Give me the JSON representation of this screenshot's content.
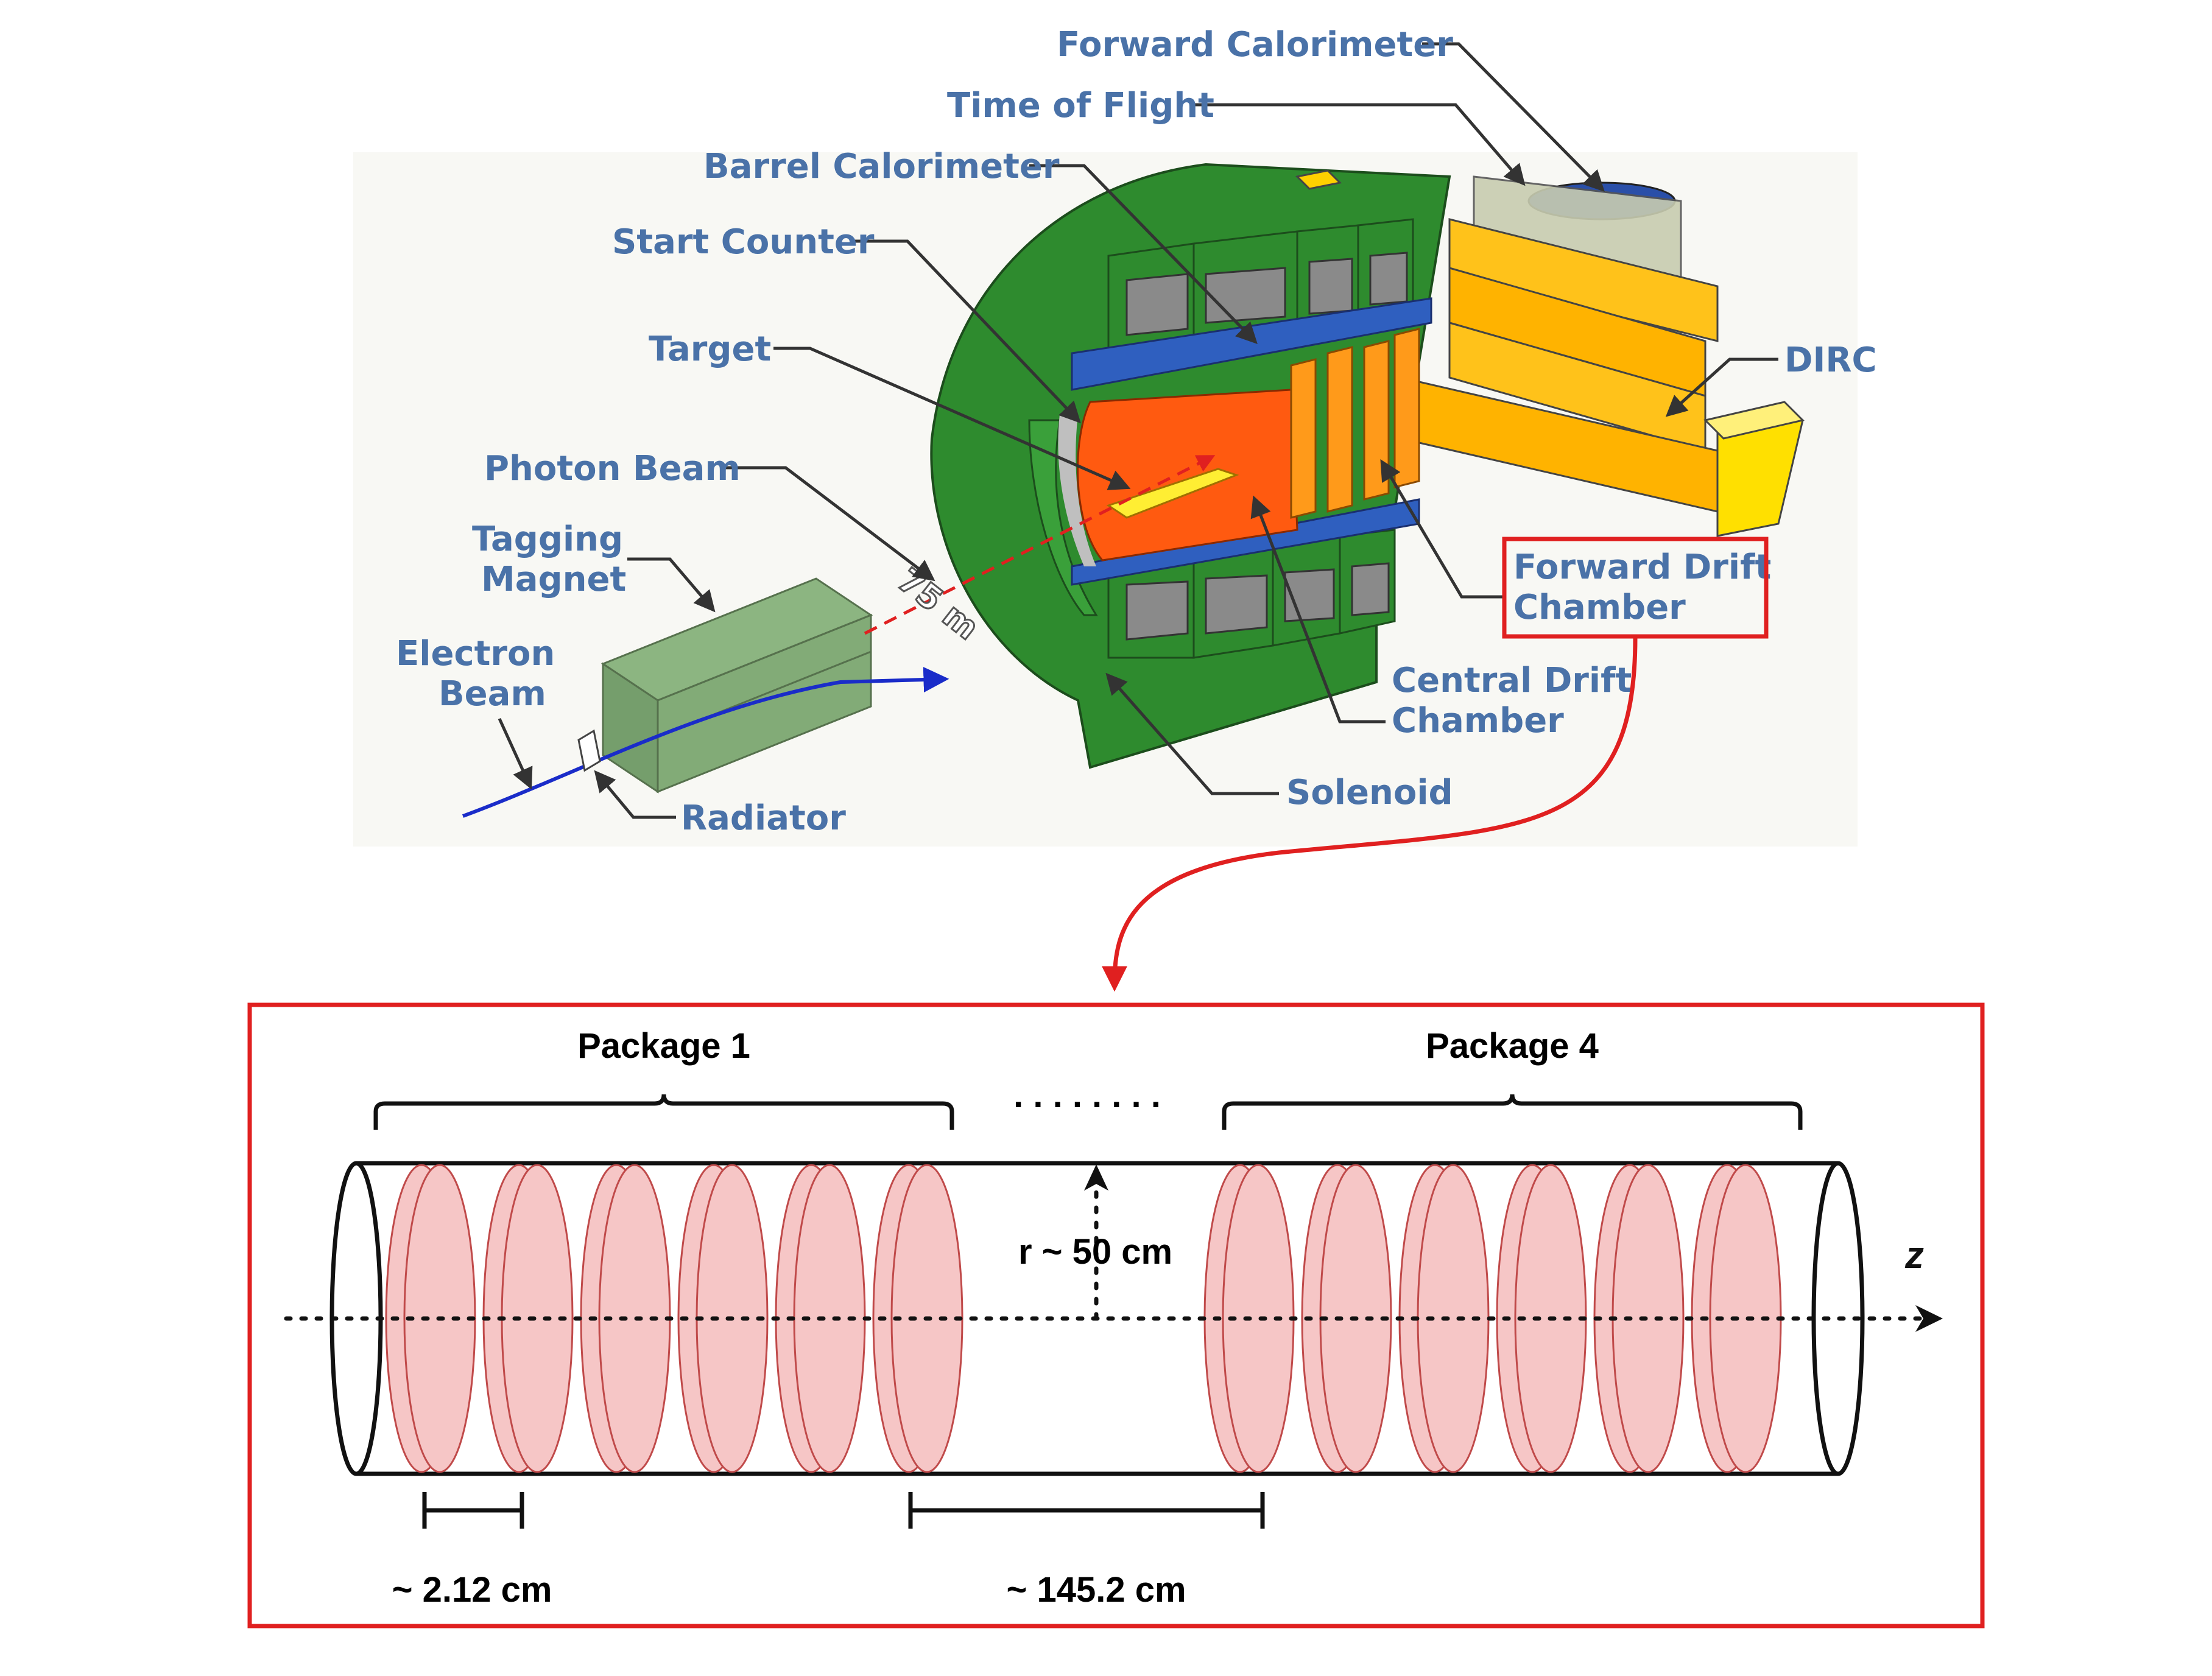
{
  "detector": {
    "labels": {
      "forward_calorimeter": "Forward Calorimeter",
      "time_of_flight": "Time of Flight",
      "barrel_calorimeter": "Barrel Calorimeter",
      "start_counter": "Start Counter",
      "target": "Target",
      "photon_beam": "Photon Beam",
      "tagging_magnet_1": "Tagging",
      "tagging_magnet_2": "Magnet",
      "electron_beam_1": "Electron",
      "electron_beam_2": "Beam",
      "radiator": "Radiator",
      "dirc": "DIRC",
      "forward_drift_chamber_1": "Forward Drift",
      "forward_drift_chamber_2": "Chamber",
      "central_drift_chamber_1": "Central Drift",
      "central_drift_chamber_2": "Chamber",
      "solenoid": "Solenoid",
      "distance": "75 m"
    }
  },
  "inset": {
    "package_left": "Package 1",
    "package_right": "Package 4",
    "ellipsis": ". . . . . . . .",
    "radius": "r ~ 50 cm",
    "axis": "z",
    "plane_spacing": "~ 2.12 cm",
    "package_gap": "~ 145.2 cm"
  },
  "colors": {
    "label_blue": "#4a72a8",
    "highlight_red": "#e02020",
    "solenoid_green": "#2e8b2e",
    "calorimeter_blue": "#2f5fbf",
    "drift_orange": "#ff6a1a",
    "dirc_yellow": "#ffc21a",
    "plane_pink": "#f6c6c6"
  }
}
